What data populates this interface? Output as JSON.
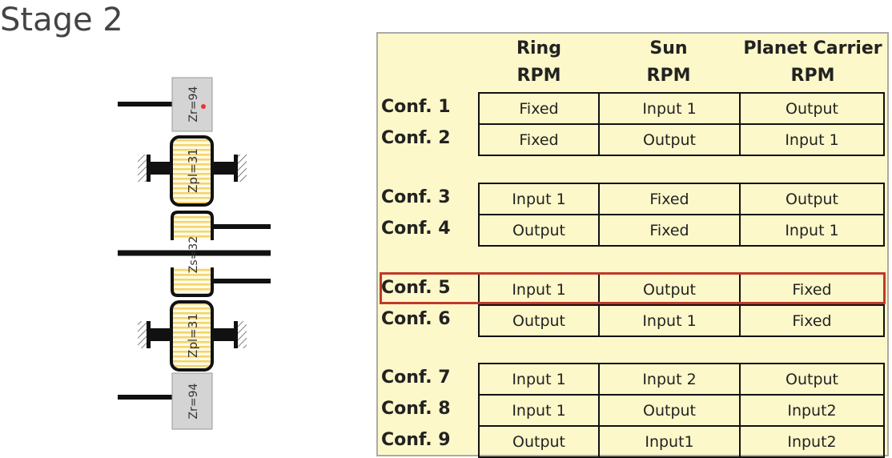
{
  "title": "Stage 2",
  "diagram": {
    "ring_top": "Zr=94",
    "planet_top": "Zpl=31",
    "sun": "Zs=32",
    "planet_bottom": "Zpl=31",
    "ring_bottom": "Zr=94"
  },
  "table": {
    "headers": [
      [
        "Ring",
        "RPM"
      ],
      [
        "Sun",
        "RPM"
      ],
      [
        "Planet Carrier",
        "RPM"
      ]
    ],
    "rows": [
      {
        "label": "Conf. 1",
        "cells": [
          "Fixed",
          "Input 1",
          "Output"
        ]
      },
      {
        "label": "Conf. 2",
        "cells": [
          "Fixed",
          "Output",
          "Input 1"
        ]
      },
      {
        "label": "Conf. 3",
        "cells": [
          "Input 1",
          "Fixed",
          "Output"
        ]
      },
      {
        "label": "Conf. 4",
        "cells": [
          "Output",
          "Fixed",
          "Input 1"
        ]
      },
      {
        "label": "Conf. 5",
        "cells": [
          "Input 1",
          "Output",
          "Fixed"
        ]
      },
      {
        "label": "Conf. 6",
        "cells": [
          "Output",
          "Input 1",
          "Fixed"
        ]
      },
      {
        "label": "Conf. 7",
        "cells": [
          "Input 1",
          "Input 2",
          "Output"
        ]
      },
      {
        "label": "Conf. 8",
        "cells": [
          "Input 1",
          "Output",
          "Input2"
        ]
      },
      {
        "label": "Conf. 9",
        "cells": [
          "Output",
          "Input1",
          "Input2"
        ]
      }
    ],
    "highlighted_row": "Conf. 5",
    "highlight_color": "#c0392b"
  }
}
